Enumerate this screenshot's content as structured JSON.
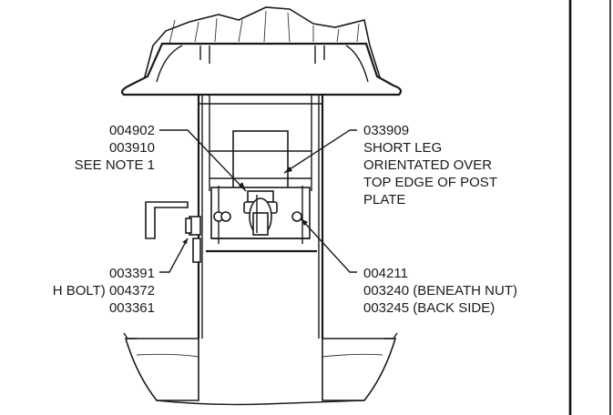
{
  "callouts": {
    "left_top": {
      "lines": [
        "004902",
        "003910",
        "SEE NOTE 1"
      ]
    },
    "left_bottom": {
      "lines": [
        "003391",
        "H BOLT) 004372",
        "003361"
      ]
    },
    "right_top": {
      "lines": [
        "033909",
        "SHORT LEG",
        "ORIENTATED OVER",
        "TOP EDGE OF POST",
        "PLATE"
      ]
    },
    "right_bottom": {
      "lines": [
        "004211",
        "003240 (BENEATH NUT)",
        "003245 (BACK SIDE)"
      ]
    }
  },
  "colors": {
    "line": "#1a1a1a",
    "background": "#ffffff",
    "frame": "#111111"
  }
}
